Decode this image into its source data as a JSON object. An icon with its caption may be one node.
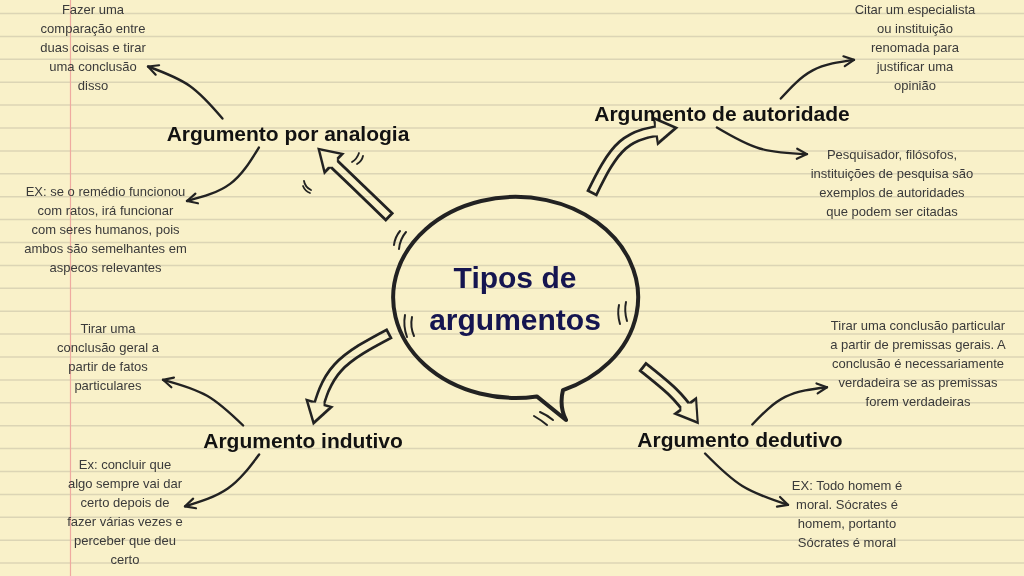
{
  "diagram": {
    "nodes": [
      {
        "text": [
          "Tipos de argumentos"
        ]
      },
      {
        "text": [
          "Argumento por analogia"
        ]
      },
      {
        "text": [
          "Fazer uma comparação entre duas coisas e tirar uma conclusão disso"
        ]
      },
      {
        "text": [
          "EX: se o remédio funcionou com ratos, irá funcionar com seres humanos, pois ambos são semelhantes em aspecos relevantes"
        ]
      },
      {
        "text": [
          "Argumento de autoridade"
        ]
      },
      {
        "text": [
          "Citar um especialista ou instituição renomada para justificar uma opinião"
        ]
      },
      {
        "text": [
          "Pesquisador, filósofos, instituições de pesquisa são exemplos de autoridades que podem ser citadas"
        ]
      },
      {
        "text": [
          "Argumento indutivo"
        ]
      },
      {
        "text": [
          "Tirar uma conclusão geral a partir de fatos particulares"
        ]
      },
      {
        "text": [
          "Ex: concluir que algo sempre vai dar certo depois de fazer várias vezes e perceber que deu certo"
        ]
      },
      {
        "text": [
          "Argumento dedutivo"
        ]
      },
      {
        "text": [
          "Tirar uma conclusão particular a partir de premissas gerais. A conclusão é necessariamente verdadeira se as premissas forem verdadeiras"
        ]
      },
      {
        "text": [
          "EX: Todo homem é moral. Sócrates é homem, portanto Sócrates é moral"
        ]
      }
    ],
    "edges": [
      {
        "from": 0,
        "to": 1,
        "arrow": "to",
        "style": "thick"
      },
      {
        "from": 0,
        "to": 4,
        "arrow": "to",
        "style": "thick"
      },
      {
        "from": 0,
        "to": 7,
        "arrow": "to",
        "style": "thick"
      },
      {
        "from": 0,
        "to": 10,
        "arrow": "to",
        "style": "thick"
      },
      {
        "from": 1,
        "to": 2,
        "arrow": "to"
      },
      {
        "from": 1,
        "to": 3,
        "arrow": "to"
      },
      {
        "from": 4,
        "to": 5,
        "arrow": "to"
      },
      {
        "from": 4,
        "to": 6,
        "arrow": "to"
      },
      {
        "from": 7,
        "to": 8,
        "arrow": "to"
      },
      {
        "from": 7,
        "to": 9,
        "arrow": "to"
      },
      {
        "from": 10,
        "to": 11,
        "arrow": "to"
      },
      {
        "from": 10,
        "to": 12,
        "arrow": "to"
      }
    ]
  }
}
